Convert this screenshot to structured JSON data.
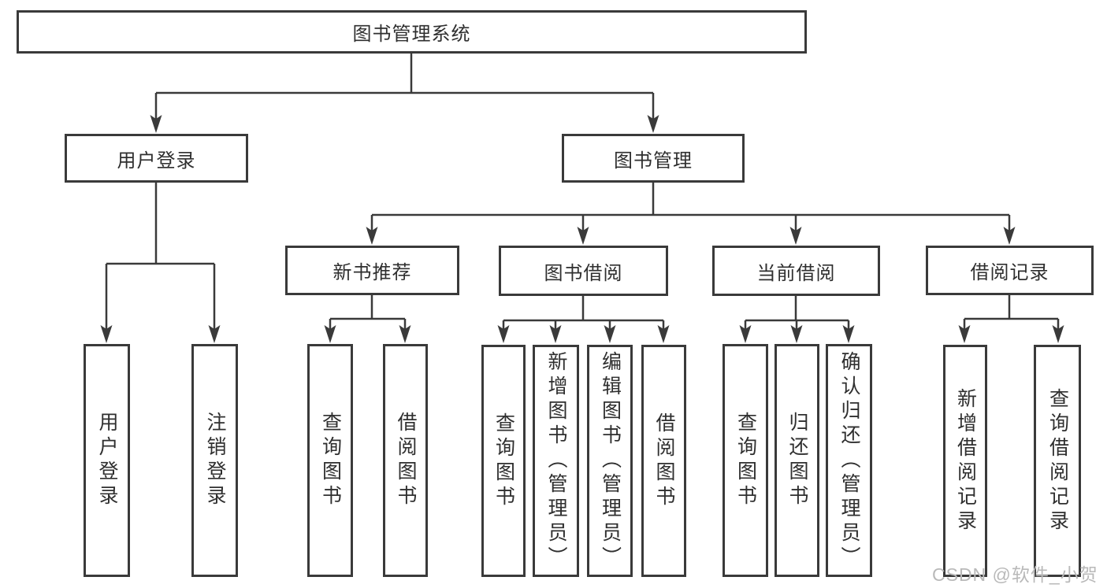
{
  "diagram": {
    "type": "hierarchy-tree",
    "title": "图书管理系统",
    "watermark": "CSDN @软件_小贺同学",
    "colors": {
      "line": "#3a3a3a",
      "box_border": "#3a3a3a",
      "box_fill": "#ffffff",
      "text": "#2f2f2f",
      "watermark": "#b9b9b9",
      "background": "#ffffff"
    },
    "nodes": {
      "root": {
        "label": "图书管理系统"
      },
      "user_login": {
        "label": "用户登录"
      },
      "book_mgmt": {
        "label": "图书管理"
      },
      "new_book_rec": {
        "label": "新书推荐"
      },
      "book_borrow": {
        "label": "图书借阅"
      },
      "current_borrow": {
        "label": "当前借阅"
      },
      "borrow_records": {
        "label": "借阅记录"
      },
      "ul_login": {
        "label": "用户登录"
      },
      "ul_logout": {
        "label": "注销登录"
      },
      "nb_query": {
        "label": "查询图书"
      },
      "nb_borrow": {
        "label": "借阅图书"
      },
      "bb_query": {
        "label": "查询图书"
      },
      "bb_add": {
        "label": "新增图书（管理员）"
      },
      "bb_edit": {
        "label": "编辑图书（管理员）"
      },
      "bb_borrow": {
        "label": "借阅图书"
      },
      "cb_query": {
        "label": "查询图书"
      },
      "cb_return": {
        "label": "归还图书"
      },
      "cb_confirm": {
        "label": "确认归还（管理员）"
      },
      "br_add": {
        "label": "新增借阅记录"
      },
      "br_query": {
        "label": "查询借阅记录"
      }
    },
    "edges": [
      {
        "from": "root",
        "to": "user_login"
      },
      {
        "from": "root",
        "to": "book_mgmt"
      },
      {
        "from": "user_login",
        "to": "ul_login"
      },
      {
        "from": "user_login",
        "to": "ul_logout"
      },
      {
        "from": "book_mgmt",
        "to": "new_book_rec"
      },
      {
        "from": "book_mgmt",
        "to": "book_borrow"
      },
      {
        "from": "book_mgmt",
        "to": "current_borrow"
      },
      {
        "from": "book_mgmt",
        "to": "borrow_records"
      },
      {
        "from": "new_book_rec",
        "to": "nb_query"
      },
      {
        "from": "new_book_rec",
        "to": "nb_borrow"
      },
      {
        "from": "book_borrow",
        "to": "bb_query"
      },
      {
        "from": "book_borrow",
        "to": "bb_add"
      },
      {
        "from": "book_borrow",
        "to": "bb_edit"
      },
      {
        "from": "book_borrow",
        "to": "bb_borrow"
      },
      {
        "from": "current_borrow",
        "to": "cb_query"
      },
      {
        "from": "current_borrow",
        "to": "cb_return"
      },
      {
        "from": "current_borrow",
        "to": "cb_confirm"
      },
      {
        "from": "borrow_records",
        "to": "br_add"
      },
      {
        "from": "borrow_records",
        "to": "br_query"
      }
    ]
  }
}
